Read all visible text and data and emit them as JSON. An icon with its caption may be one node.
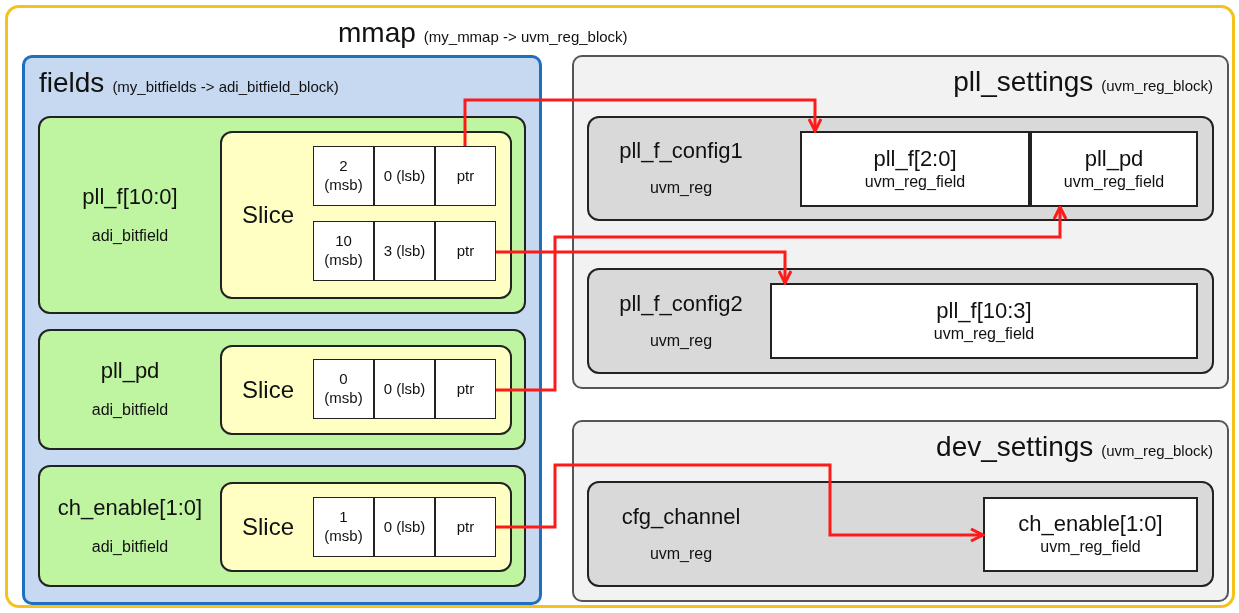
{
  "diagram": {
    "nodes": [
      {
        "text": [
          "mmap",
          "(my_mmap -> uvm_reg_block)"
        ]
      },
      {
        "text": [
          "fields",
          "(my_bitfields -> adi_bitfield_block)"
        ],
        "in": 0
      },
      {
        "text": [
          "pll_f[10:0]",
          "adi_bitfield"
        ],
        "in": 1
      },
      {
        "text": [
          "Slice"
        ],
        "in": 2
      },
      {
        "text": [
          "2 (msb)"
        ],
        "in": 3
      },
      {
        "text": [
          "0 (lsb)"
        ],
        "in": 3
      },
      {
        "text": [
          "ptr"
        ],
        "in": 3
      },
      {
        "text": [
          "10 (msb)"
        ],
        "in": 3
      },
      {
        "text": [
          "3 (lsb)"
        ],
        "in": 3
      },
      {
        "text": [
          "ptr"
        ],
        "in": 3
      },
      {
        "text": [
          "pll_pd",
          "adi_bitfield"
        ],
        "in": 1
      },
      {
        "text": [
          "Slice"
        ],
        "in": 10
      },
      {
        "text": [
          "0 (msb)"
        ],
        "in": 11
      },
      {
        "text": [
          "0 (lsb)"
        ],
        "in": 11
      },
      {
        "text": [
          "ptr"
        ],
        "in": 11
      },
      {
        "text": [
          "ch_enable[1:0]",
          "adi_bitfield"
        ],
        "in": 1
      },
      {
        "text": [
          "Slice"
        ],
        "in": 15
      },
      {
        "text": [
          "1 (msb)"
        ],
        "in": 16
      },
      {
        "text": [
          "0 (lsb)"
        ],
        "in": 16
      },
      {
        "text": [
          "ptr"
        ],
        "in": 16
      },
      {
        "text": [
          "pll_settings",
          "(uvm_reg_block)"
        ],
        "in": 0
      },
      {
        "text": [
          "pll_f_config1",
          "uvm_reg"
        ],
        "in": 20
      },
      {
        "text": [
          "pll_f[2:0]",
          "uvm_reg_field"
        ],
        "in": 21
      },
      {
        "text": [
          "pll_pd",
          "uvm_reg_field"
        ],
        "in": 21
      },
      {
        "text": [
          "pll_f_config2",
          "uvm_reg"
        ],
        "in": 20
      },
      {
        "text": [
          "pll_f[10:3]",
          "uvm_reg_field"
        ],
        "in": 24
      },
      {
        "text": [
          "dev_settings",
          "(uvm_reg_block)"
        ],
        "in": 0
      },
      {
        "text": [
          "cfg_channel",
          "uvm_reg"
        ],
        "in": 26
      },
      {
        "text": [
          "ch_enable[1:0]",
          "uvm_reg_field"
        ],
        "in": 27
      }
    ],
    "edges": [
      {
        "from": 6,
        "to": 22,
        "arrow": "to"
      },
      {
        "from": 9,
        "to": 25,
        "arrow": "to"
      },
      {
        "from": 14,
        "to": 23,
        "arrow": "to"
      },
      {
        "from": 19,
        "to": 28,
        "arrow": "to"
      }
    ]
  }
}
